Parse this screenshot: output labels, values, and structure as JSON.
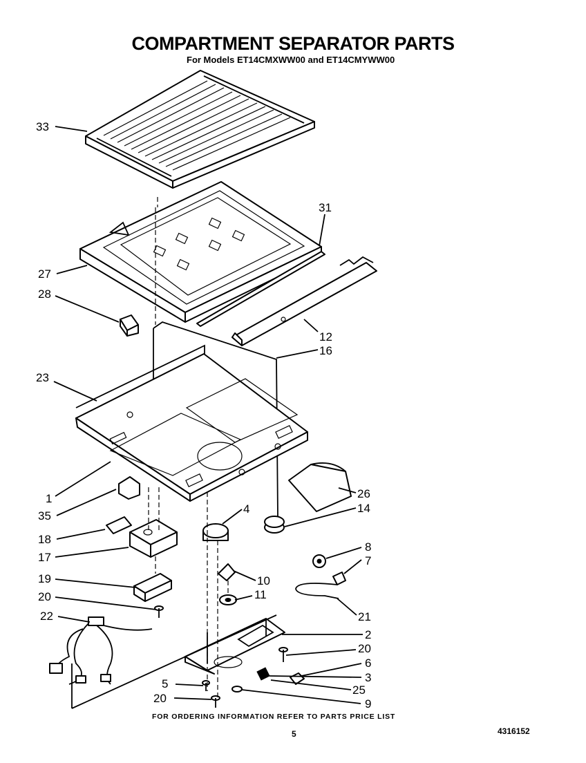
{
  "header": {
    "title": "COMPARTMENT SEPARATOR PARTS",
    "subtitle": "For Models ET14CMXWW00 and ET14CMYWW00"
  },
  "footer": {
    "ordering_note": "FOR ORDERING INFORMATION REFER TO PARTS PRICE LIST",
    "page_number": "5",
    "document_number": "4316152"
  },
  "callouts": [
    {
      "id": "33",
      "label": "33"
    },
    {
      "id": "31",
      "label": "31"
    },
    {
      "id": "27",
      "label": "27"
    },
    {
      "id": "28",
      "label": "28"
    },
    {
      "id": "12",
      "label": "12"
    },
    {
      "id": "16",
      "label": "16"
    },
    {
      "id": "23",
      "label": "23"
    },
    {
      "id": "1",
      "label": "1"
    },
    {
      "id": "26",
      "label": "26"
    },
    {
      "id": "35",
      "label": "35"
    },
    {
      "id": "4",
      "label": "4"
    },
    {
      "id": "14",
      "label": "14"
    },
    {
      "id": "18",
      "label": "18"
    },
    {
      "id": "17",
      "label": "17"
    },
    {
      "id": "8",
      "label": "8"
    },
    {
      "id": "7",
      "label": "7"
    },
    {
      "id": "10",
      "label": "10"
    },
    {
      "id": "19",
      "label": "19"
    },
    {
      "id": "11",
      "label": "11"
    },
    {
      "id": "20a",
      "label": "20"
    },
    {
      "id": "21",
      "label": "21"
    },
    {
      "id": "22",
      "label": "22"
    },
    {
      "id": "2",
      "label": "2"
    },
    {
      "id": "20b",
      "label": "20"
    },
    {
      "id": "6",
      "label": "6"
    },
    {
      "id": "3",
      "label": "3"
    },
    {
      "id": "5",
      "label": "5"
    },
    {
      "id": "25",
      "label": "25"
    },
    {
      "id": "20c",
      "label": "20"
    },
    {
      "id": "9",
      "label": "9"
    }
  ]
}
